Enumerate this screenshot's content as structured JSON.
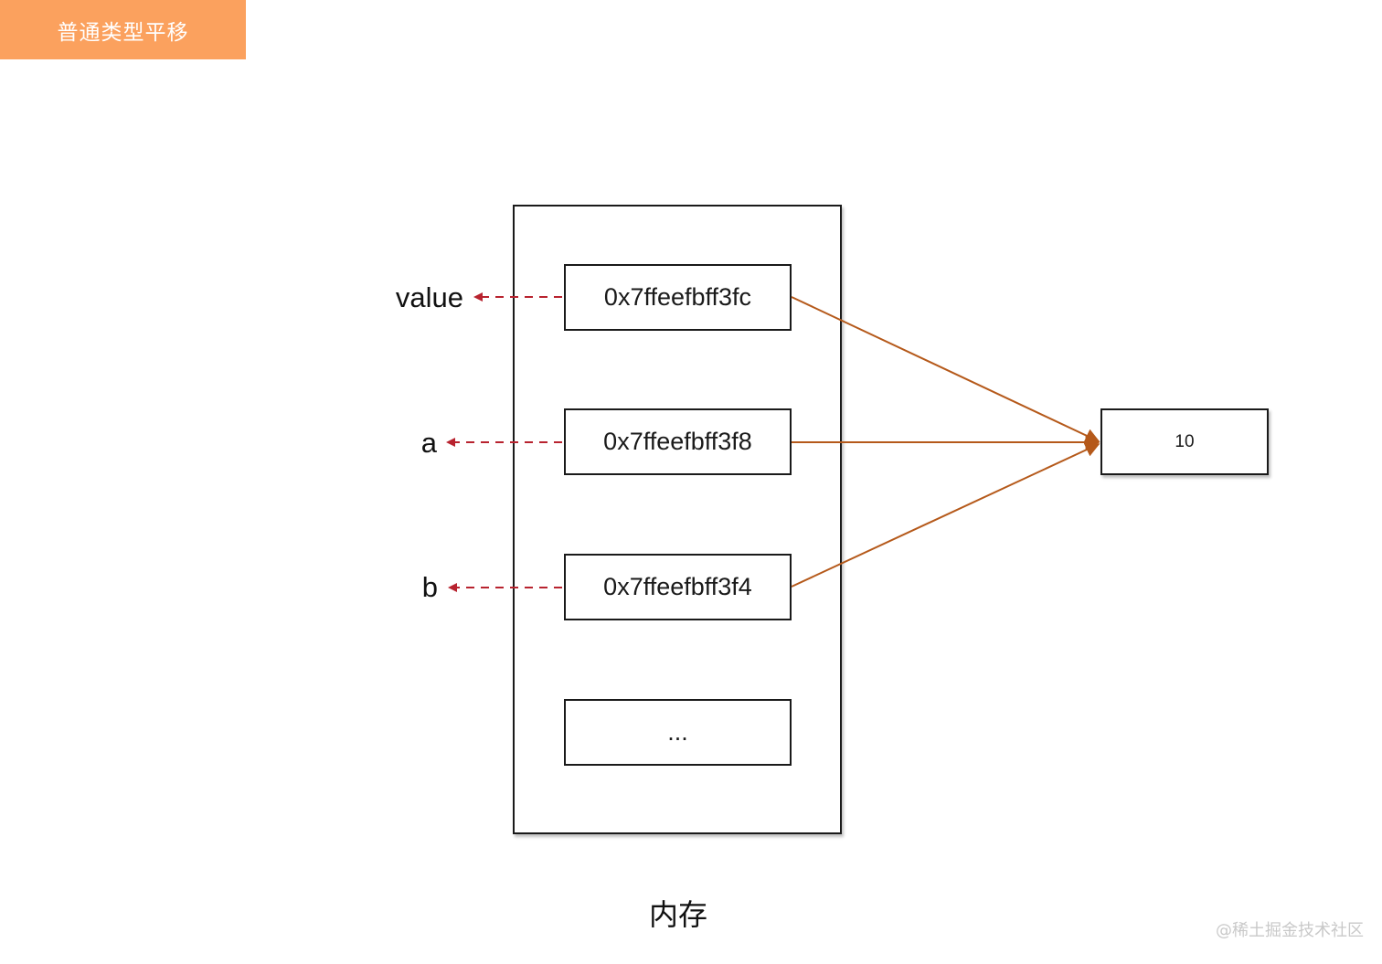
{
  "title": "普通类型平移",
  "memory_label": "内存",
  "slots": [
    {
      "address": "0x7ffeefbff3fc",
      "variable": "value"
    },
    {
      "address": "0x7ffeefbff3f8",
      "variable": "a"
    },
    {
      "address": "0x7ffeefbff3f4",
      "variable": "b"
    },
    {
      "address": "..."
    }
  ],
  "value": "10",
  "watermark": "@稀土掘金技术社区",
  "colors": {
    "title_bg": "#fba15e",
    "pointer_arrow": "#b8232f",
    "value_arrow": "#b5591a"
  }
}
